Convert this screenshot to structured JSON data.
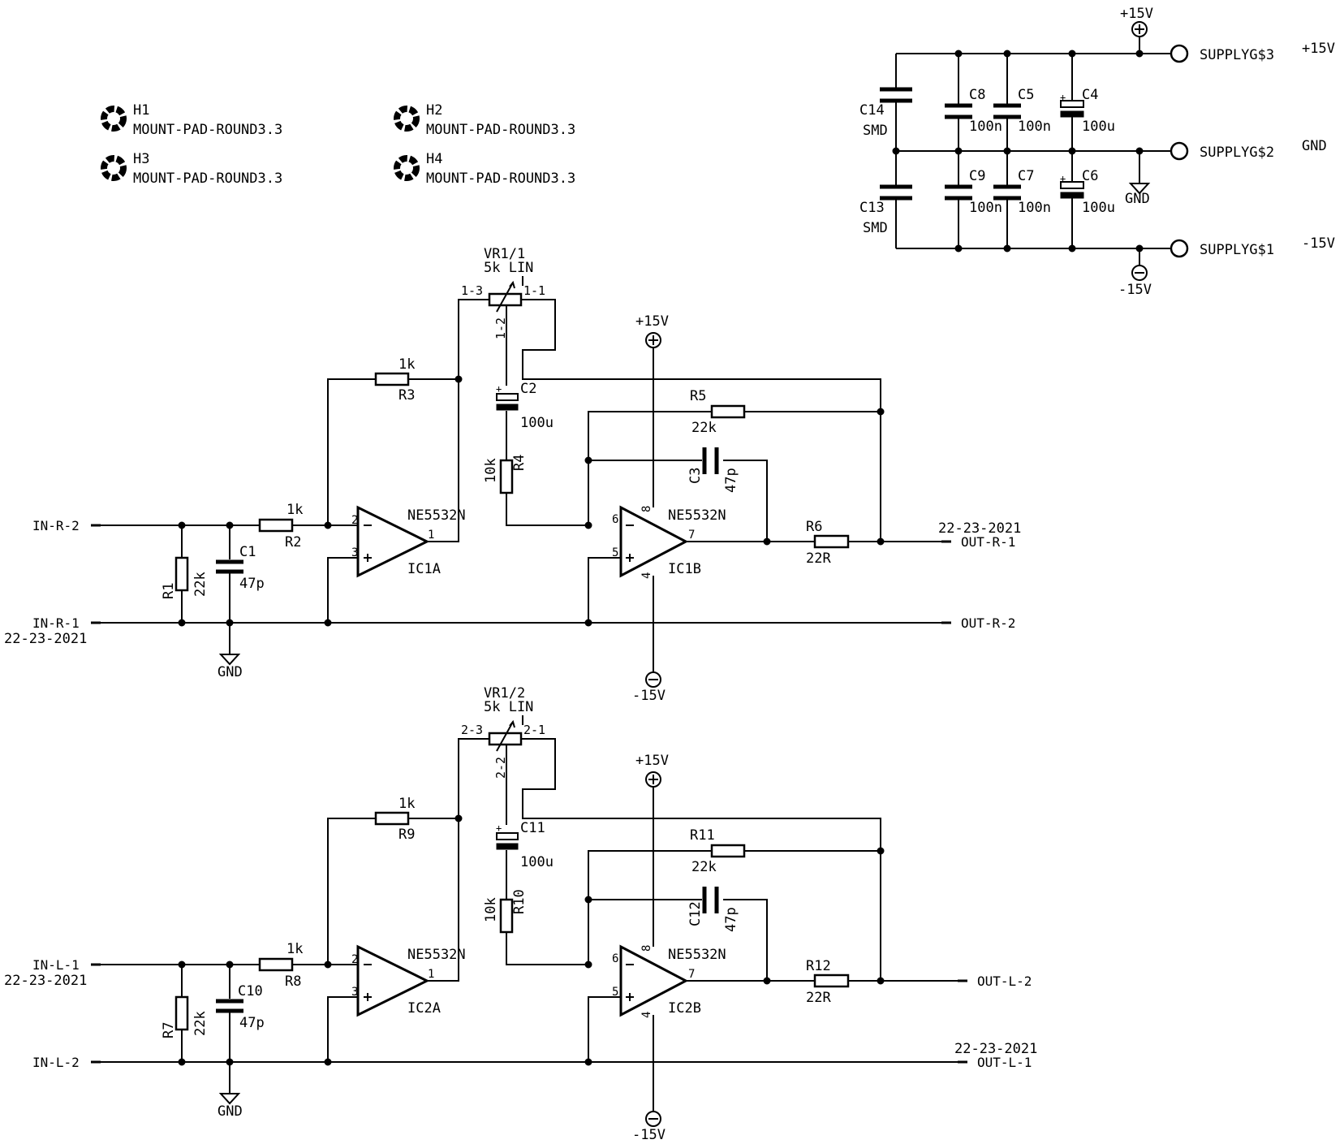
{
  "mount_pads": [
    {
      "ref": "H1",
      "value": "MOUNT-PAD-ROUND3.3"
    },
    {
      "ref": "H2",
      "value": "MOUNT-PAD-ROUND3.3"
    },
    {
      "ref": "H3",
      "value": "MOUNT-PAD-ROUND3.3"
    },
    {
      "ref": "H4",
      "value": "MOUNT-PAD-ROUND3.3"
    }
  ],
  "supply": {
    "plus_label": "+15V",
    "minus_label": "-15V",
    "gnd_label": "GND",
    "conn3": "SUPPLYG$3",
    "conn2": "SUPPLYG$2",
    "conn1": "SUPPLYG$1",
    "conn3_net": "+15V",
    "conn2_net": "GND",
    "conn1_net": "-15V",
    "c14": "C14",
    "c14v": "SMD",
    "c13": "C13",
    "c13v": "SMD",
    "c8": "C8",
    "c8v": "100n",
    "c5": "C5",
    "c5v": "100n",
    "c4": "C4",
    "c4v": "100u",
    "c9": "C9",
    "c9v": "100n",
    "c7": "C7",
    "c7v": "100n",
    "c6": "C6",
    "c6v": "100u"
  },
  "right": {
    "vr": "VR1/1",
    "vr_val": "5k LIN",
    "p3": "1-3",
    "p1": "1-1",
    "p2": "1-2",
    "r3": "R3",
    "r3v": "1k",
    "c2": "C2",
    "c2v": "100u",
    "r4": "R4",
    "r4v": "10k",
    "r5": "R5",
    "r5v": "22k",
    "c3": "C3",
    "c3v": "47p",
    "r2": "R2",
    "r2v": "1k",
    "r1": "R1",
    "r1v": "22k",
    "c1": "C1",
    "c1v": "47p",
    "r6": "R6",
    "r6v": "22R",
    "ica": "IC1A",
    "icb": "IC1B",
    "opamp": "NE5532N",
    "in_top": "IN-R-2",
    "in_bot": "IN-R-1",
    "in_sheet": "22-23-2021",
    "out_top": "OUT-R-1",
    "out_sheet": "22-23-2021",
    "out_bot": "OUT-R-2",
    "vplus": "+15V",
    "vminus": "-15V",
    "gnd": "GND"
  },
  "left": {
    "vr": "VR1/2",
    "vr_val": "5k LIN",
    "p3": "2-3",
    "p1": "2-1",
    "p2": "2-2",
    "r3": "R9",
    "r3v": "1k",
    "c2": "C11",
    "c2v": "100u",
    "r4": "R10",
    "r4v": "10k",
    "r5": "R11",
    "r5v": "22k",
    "c3": "C12",
    "c3v": "47p",
    "r2": "R8",
    "r2v": "1k",
    "r1": "R7",
    "r1v": "22k",
    "c1": "C10",
    "c1v": "47p",
    "r6": "R12",
    "r6v": "22R",
    "ica": "IC2A",
    "icb": "IC2B",
    "opamp": "NE5532N",
    "in_top": "IN-L-1",
    "in_top_sheet": "22-23-2021",
    "in_bot": "IN-L-2",
    "out_top": "OUT-L-2",
    "out_bot": "OUT-L-1",
    "out_sheet": "22-23-2021",
    "vplus": "+15V",
    "vminus": "-15V",
    "gnd": "GND"
  },
  "pins": {
    "inv": "2",
    "noninv": "3",
    "out_a": "1",
    "inv_b": "6",
    "noninv_b": "5",
    "out_b": "7",
    "vcc": "8",
    "vee": "4"
  }
}
